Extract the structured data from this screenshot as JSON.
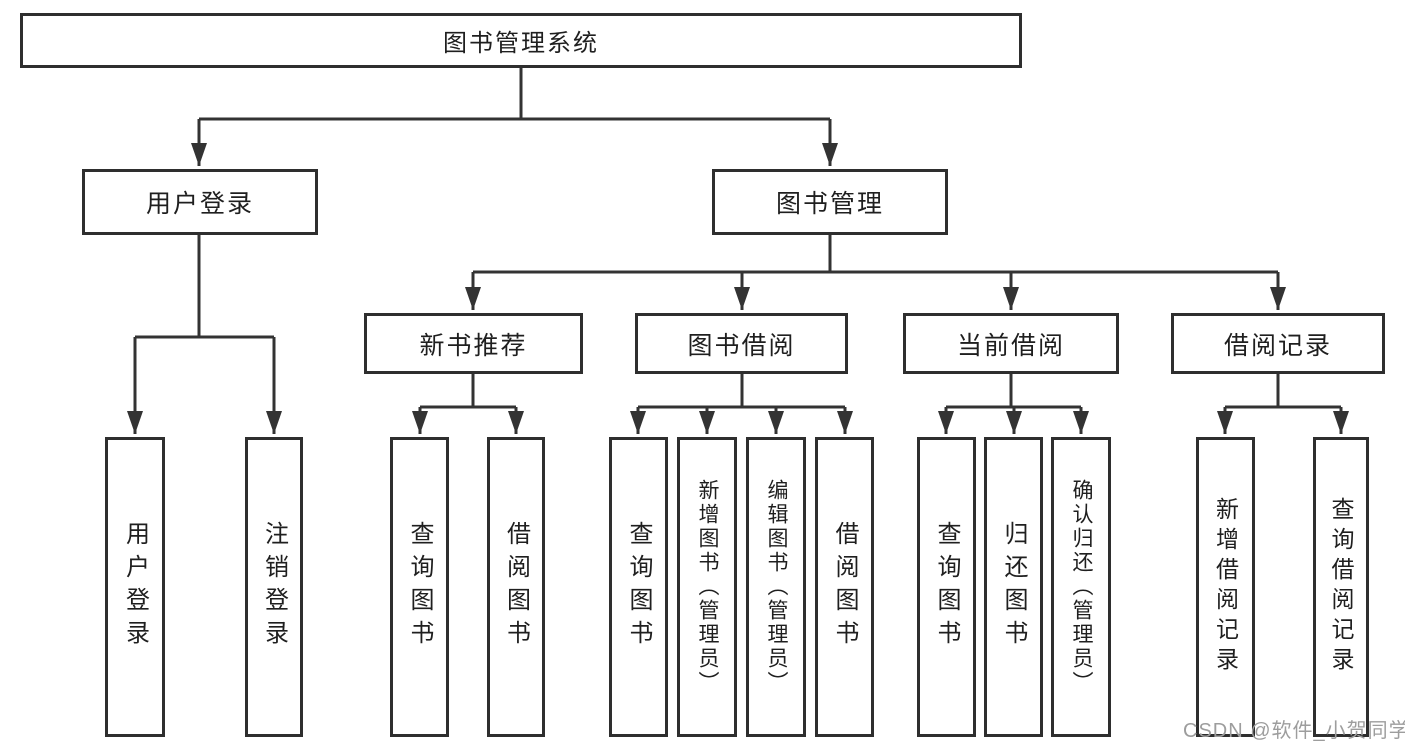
{
  "colors": {
    "background": "#ffffff",
    "line": "#333333",
    "border": "#2e2e2e",
    "text": "#1f1f1f",
    "watermark": "#9d9d9d"
  },
  "watermark": {
    "text": "CSDN @软件_小贺同学"
  },
  "tree": {
    "label": "图书管理系统",
    "children": [
      {
        "label": "用户登录",
        "children": [
          {
            "label": "用户登录"
          },
          {
            "label": "注销登录"
          }
        ]
      },
      {
        "label": "图书管理",
        "children": [
          {
            "label": "新书推荐",
            "children": [
              {
                "label": "查询图书"
              },
              {
                "label": "借阅图书"
              }
            ]
          },
          {
            "label": "图书借阅",
            "children": [
              {
                "label": "查询图书"
              },
              {
                "label": "新增图书（管理员）"
              },
              {
                "label": "编辑图书（管理员）"
              },
              {
                "label": "借阅图书"
              }
            ]
          },
          {
            "label": "当前借阅",
            "children": [
              {
                "label": "查询图书"
              },
              {
                "label": "归还图书"
              },
              {
                "label": "确认归还（管理员）"
              }
            ]
          },
          {
            "label": "借阅记录",
            "children": [
              {
                "label": "新增借阅记录"
              },
              {
                "label": "查询借阅记录"
              }
            ]
          }
        ]
      }
    ]
  }
}
